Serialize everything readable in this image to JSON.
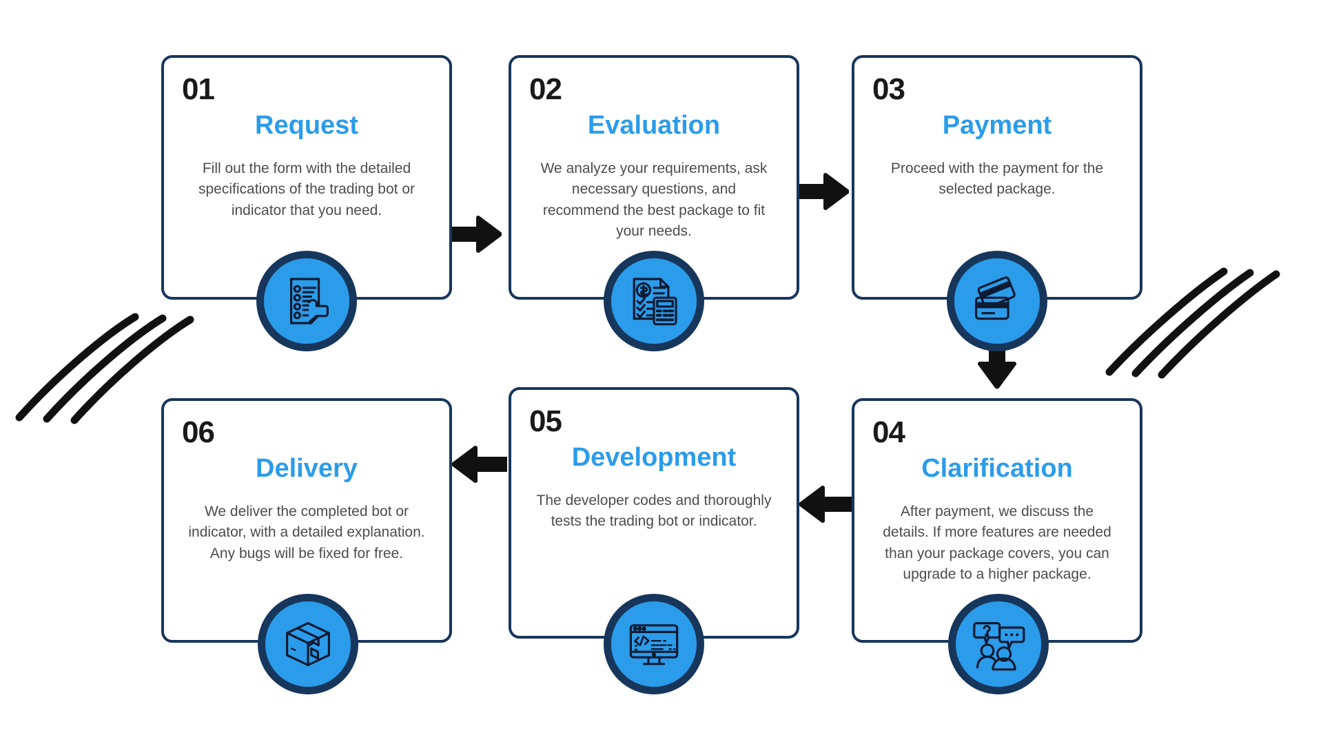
{
  "theme": {
    "background": "#ffffff",
    "card_border": "#17365c",
    "title_color": "#2b9cea",
    "number_color": "#1a1a1a",
    "body_color": "#4c4c4c",
    "badge_fill": "#2b9cea",
    "badge_ring": "#17365c",
    "arrow_color": "#111111",
    "accent_line": "#111111"
  },
  "steps": [
    {
      "number": "01",
      "title": "Request",
      "description": "Fill out the form with the detailed specifications of the trading bot or indicator that you need.",
      "icon": "form-checklist-hand-icon"
    },
    {
      "number": "02",
      "title": "Evaluation",
      "description": "We analyze your requirements, ask necessary questions, and recommend the best package to fit your needs.",
      "icon": "invoice-calculator-icon"
    },
    {
      "number": "03",
      "title": "Payment",
      "description": "Proceed with the payment for the selected package.",
      "icon": "credit-cards-icon"
    },
    {
      "number": "04",
      "title": "Clarification",
      "description": "After payment, we discuss the details. If more features are needed than your package covers, you can upgrade to a higher package.",
      "icon": "people-chat-question-icon"
    },
    {
      "number": "05",
      "title": "Development",
      "description": "The developer codes and thoroughly tests the trading bot or indicator.",
      "icon": "monitor-code-icon"
    },
    {
      "number": "06",
      "title": "Delivery",
      "description": "We deliver the completed bot or indicator, with a detailed explanation. Any bugs will be fixed for free.",
      "icon": "package-box-icon"
    }
  ],
  "connectors": [
    {
      "name": "arrow-step1-to-step2",
      "direction": "right"
    },
    {
      "name": "arrow-step2-to-step3",
      "direction": "right"
    },
    {
      "name": "arrow-step3-to-step4",
      "direction": "down"
    },
    {
      "name": "arrow-step4-to-step5",
      "direction": "left"
    },
    {
      "name": "arrow-step5-to-step6",
      "direction": "left"
    }
  ],
  "decorations": [
    {
      "name": "swoosh-lines-bottom-left",
      "stroke_count": 3
    },
    {
      "name": "swoosh-lines-middle-right",
      "stroke_count": 3
    }
  ]
}
